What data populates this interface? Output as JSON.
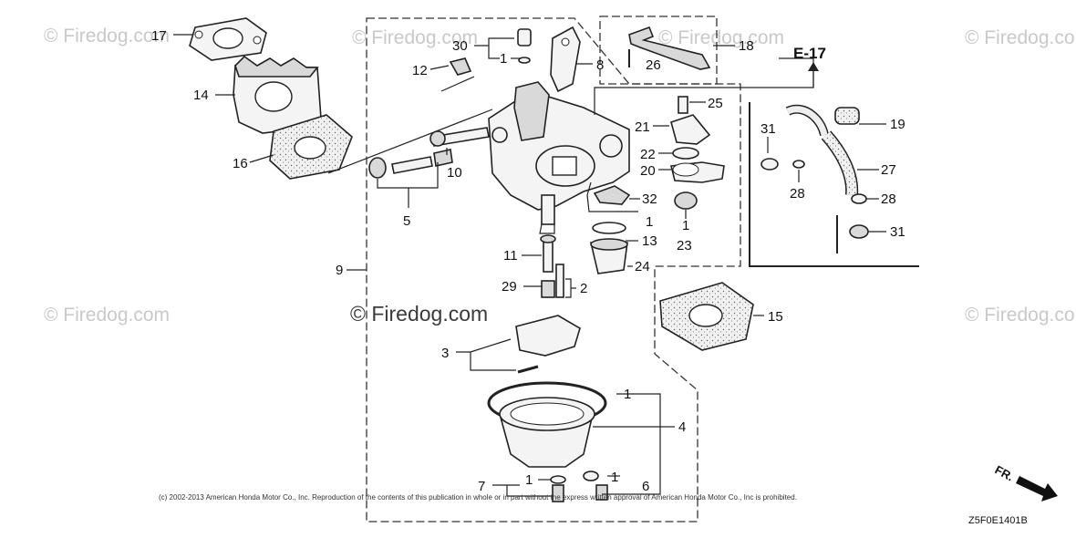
{
  "watermarks": {
    "tl": "© Firedog.com",
    "tc": "© Firedog.com",
    "tr": "© Firedog.com",
    "mr": "© Firedog.com",
    "ml": "© Firedog.com",
    "bl": "© Firedog.com",
    "center": "© Firedog.com"
  },
  "reference_tag": "E-17",
  "callouts": {
    "c17": "17",
    "c14": "14",
    "c16": "16",
    "c30": "30",
    "c1a": "1",
    "c12": "12",
    "c8": "8",
    "c26": "26",
    "c18": "18",
    "c25": "25",
    "c21": "21",
    "c22": "22",
    "c20": "20",
    "c32": "32",
    "c1b": "1",
    "c23pre": "1",
    "c23": "23",
    "c10": "10",
    "c5": "5",
    "c9": "9",
    "c11": "11",
    "c13": "13",
    "c24": "24",
    "c29": "29",
    "c2": "2",
    "c31a": "31",
    "c19": "19",
    "c27": "27",
    "c28a": "28",
    "c28b": "28",
    "c31b": "31",
    "c15": "15",
    "c3": "3",
    "c1c": "1",
    "c4": "4",
    "c7": "7",
    "c1d": "1",
    "c1e": "1",
    "c6": "6"
  },
  "copyright": "(c) 2002-2013 American Honda Motor Co., Inc. Reproduction of the contents of this publication in whole or in part without the express written approval of American Honda Motor Co., Inc is prohibited.",
  "diagram_code": "Z5F0E1401B",
  "direction_label": "FR."
}
